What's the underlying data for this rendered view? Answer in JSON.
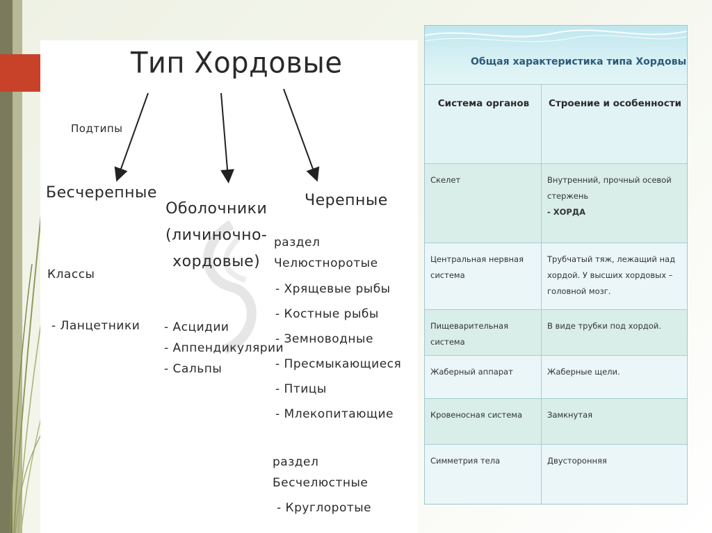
{
  "diagram": {
    "title": "Тип Хордовые",
    "subtypes_label": "Подтипы",
    "branches": {
      "acrania": {
        "name": "Бесчерепные",
        "classes_label": "Классы",
        "items": [
          "- Ланцетники"
        ]
      },
      "tunicata": {
        "name_lines": [
          "Оболочники",
          "(личиночно-",
          "хордовые)"
        ],
        "items": [
          "- Асцидии",
          "- Аппендикулярии",
          "- Сальпы"
        ]
      },
      "craniata": {
        "name": "Черепные",
        "section1_lines": [
          "раздел",
          "Челюстноротые"
        ],
        "section1_items": [
          "- Хрящевые рыбы",
          "- Костные рыбы",
          "- Земноводные",
          "- Пресмыкающиеся",
          "- Птицы",
          "- Млекопитающие"
        ],
        "section2_lines": [
          "раздел",
          "Бесчелюстные"
        ],
        "section2_items": [
          "- Круглоротые"
        ]
      }
    }
  },
  "table": {
    "title": "Общая характеристика типа Хордовые",
    "headers": [
      "Система органов",
      "Строение и особенности"
    ],
    "rows": [
      {
        "system": "Скелет",
        "desc": "Внутренний, прочный осевой стержень",
        "desc_bold": "- ХОРДА"
      },
      {
        "system": "Центральная нервная система",
        "desc": "Трубчатый тяж, лежащий над хордой. У высших хордовых – головной мозг."
      },
      {
        "system": "Пищеварительная система",
        "desc": "В виде трубки под хордой."
      },
      {
        "system": "Жаберный аппарат",
        "desc": "Жаберные щели."
      },
      {
        "system": "Кровеносная система",
        "desc": "Замкнутая"
      },
      {
        "system": "Симметрия тела",
        "desc": "Двусторонняя"
      }
    ]
  },
  "colors": {
    "accent_red": "#c8422a",
    "stripe_dark": "#7a7a5c",
    "table_header": "#bfe6ee",
    "table_title": "#2b5a7a"
  }
}
